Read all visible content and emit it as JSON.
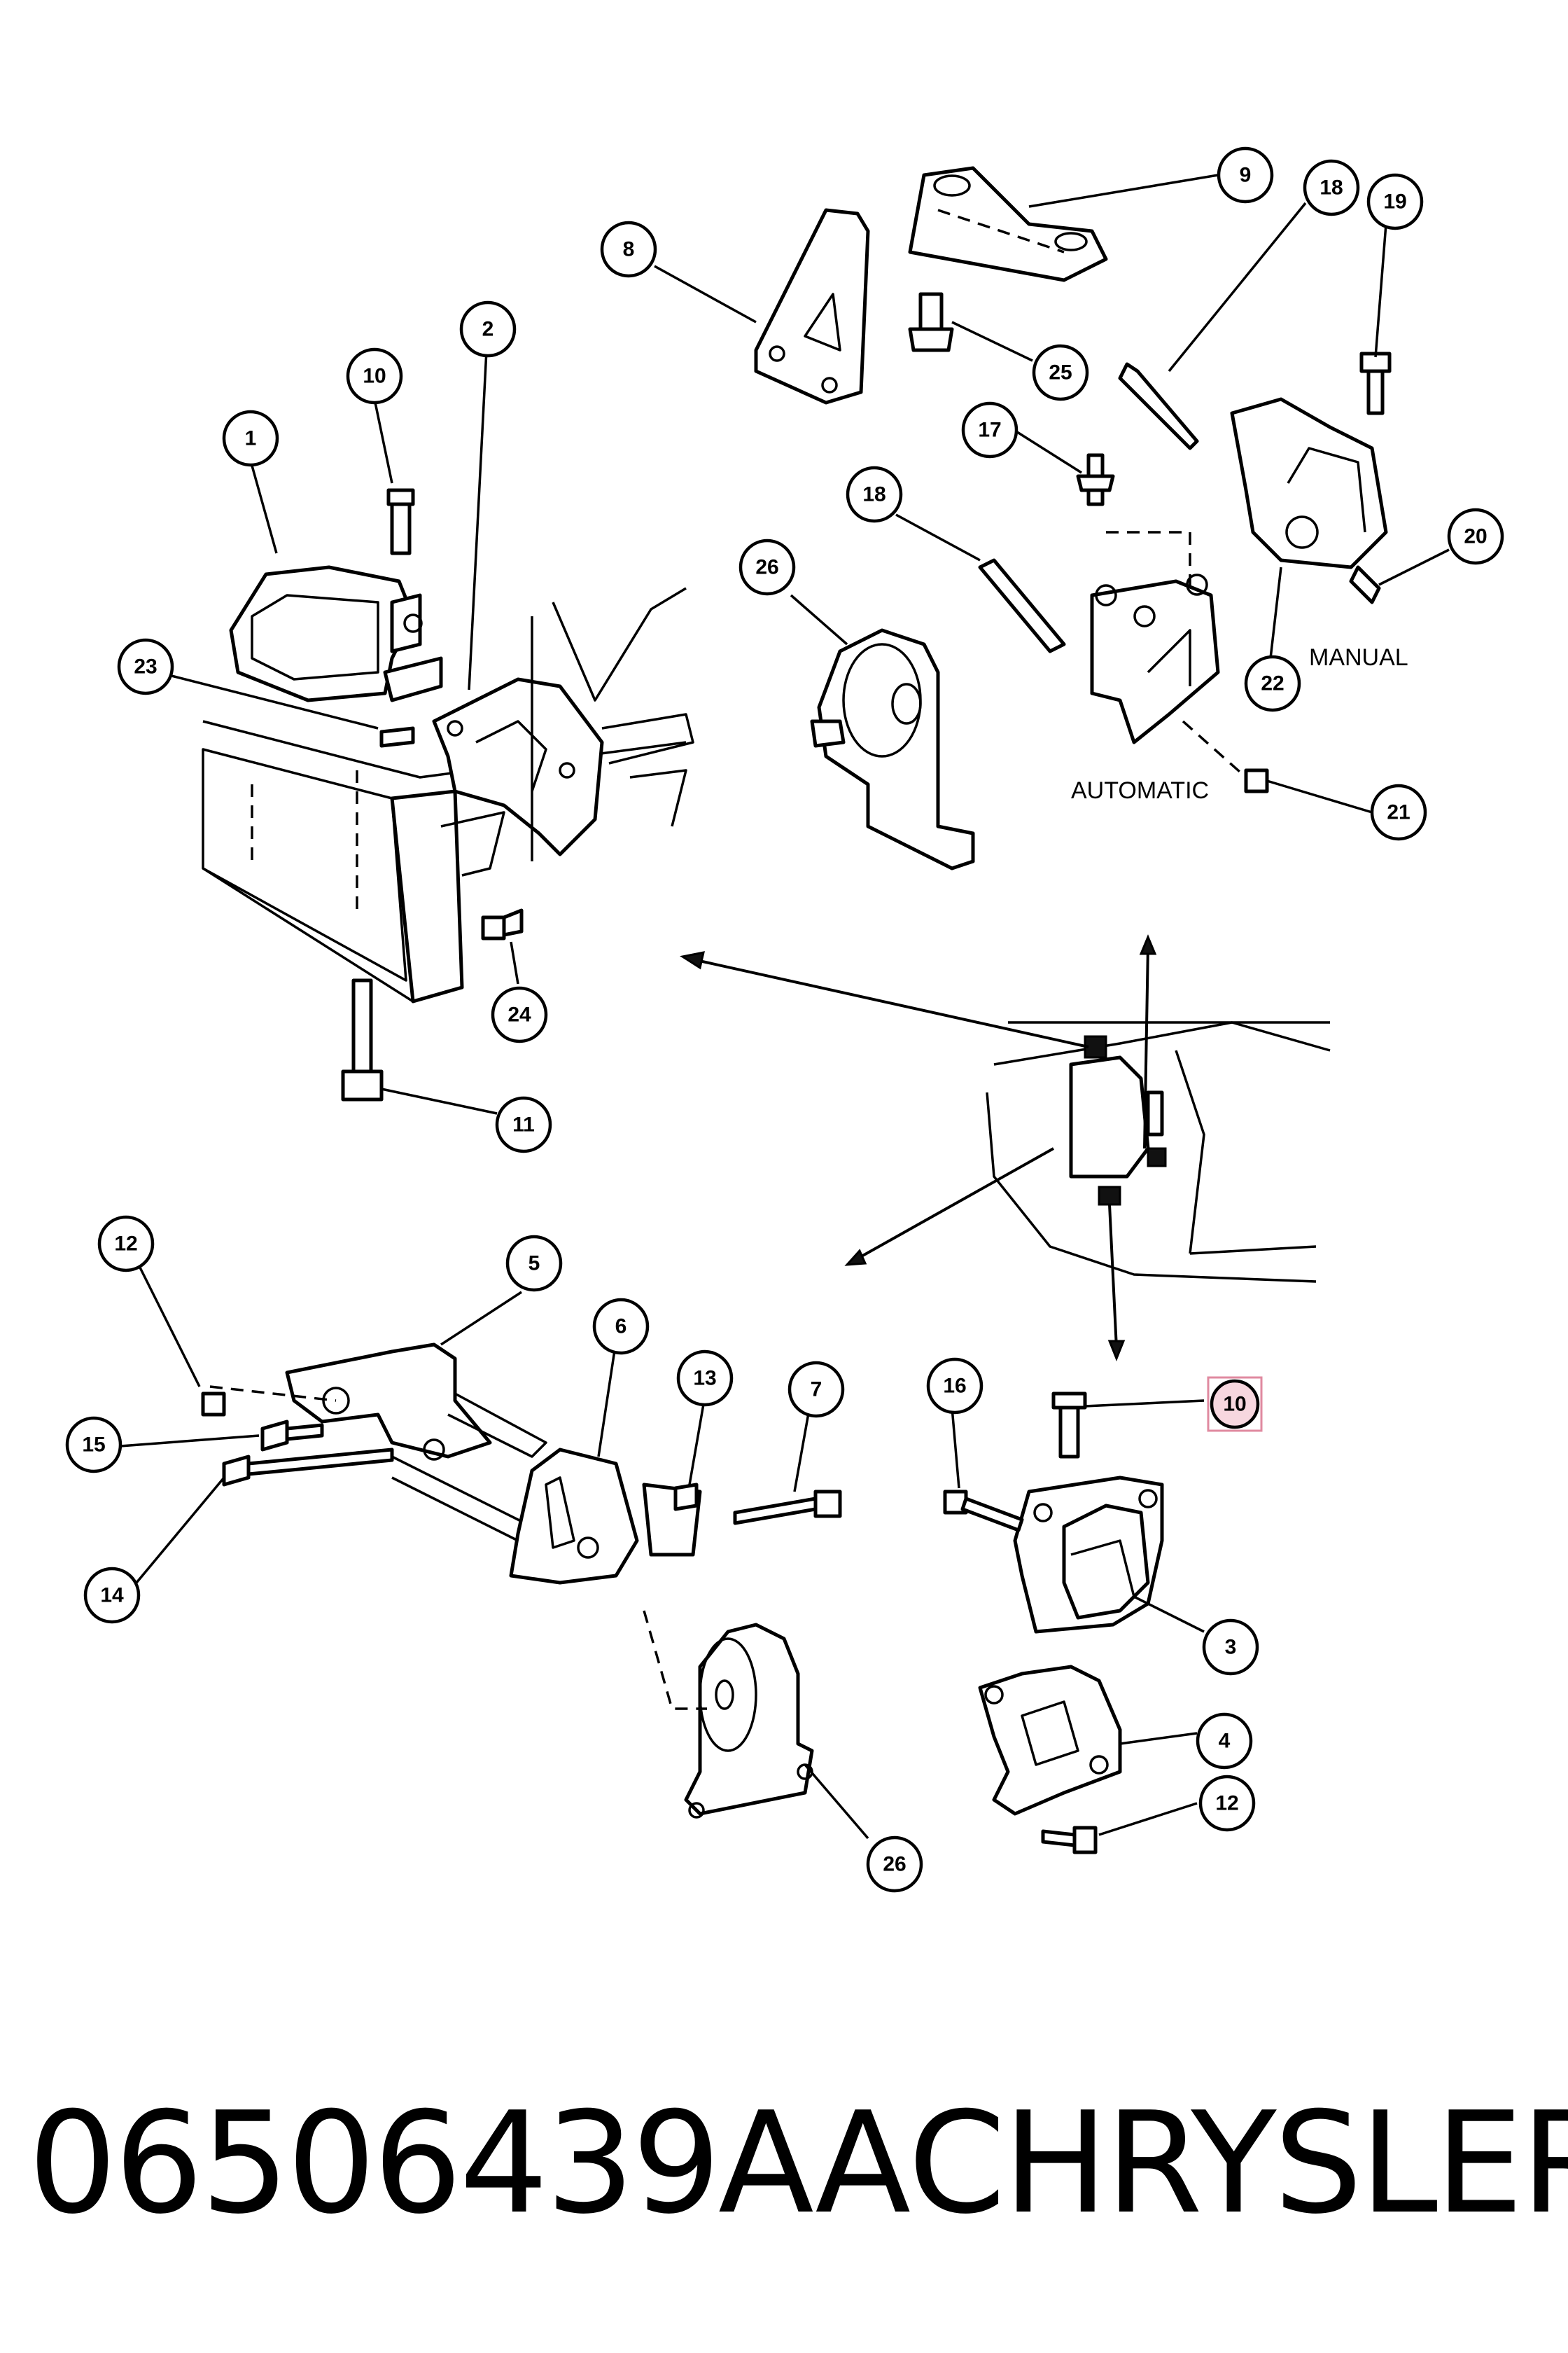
{
  "diagram": {
    "callouts": [
      "9",
      "18",
      "19",
      "8",
      "2",
      "10",
      "25",
      "1",
      "17",
      "18",
      "20",
      "26",
      "23",
      "22",
      "21",
      "24",
      "11",
      "12",
      "5",
      "6",
      "13",
      "7",
      "16",
      "10",
      "15",
      "3",
      "14",
      "4",
      "12",
      "26"
    ],
    "labels": {
      "manual": "MANUAL",
      "automatic": "AUTOMATIC"
    },
    "highlighted_callout": "10"
  },
  "footer": {
    "part_number": "06506439AA",
    "brand": "CHRYSLER"
  },
  "colors": {
    "line": "#000000",
    "background": "#ffffff",
    "highlight_fill": "#f7d7df",
    "highlight_border": "#e08aa0"
  }
}
